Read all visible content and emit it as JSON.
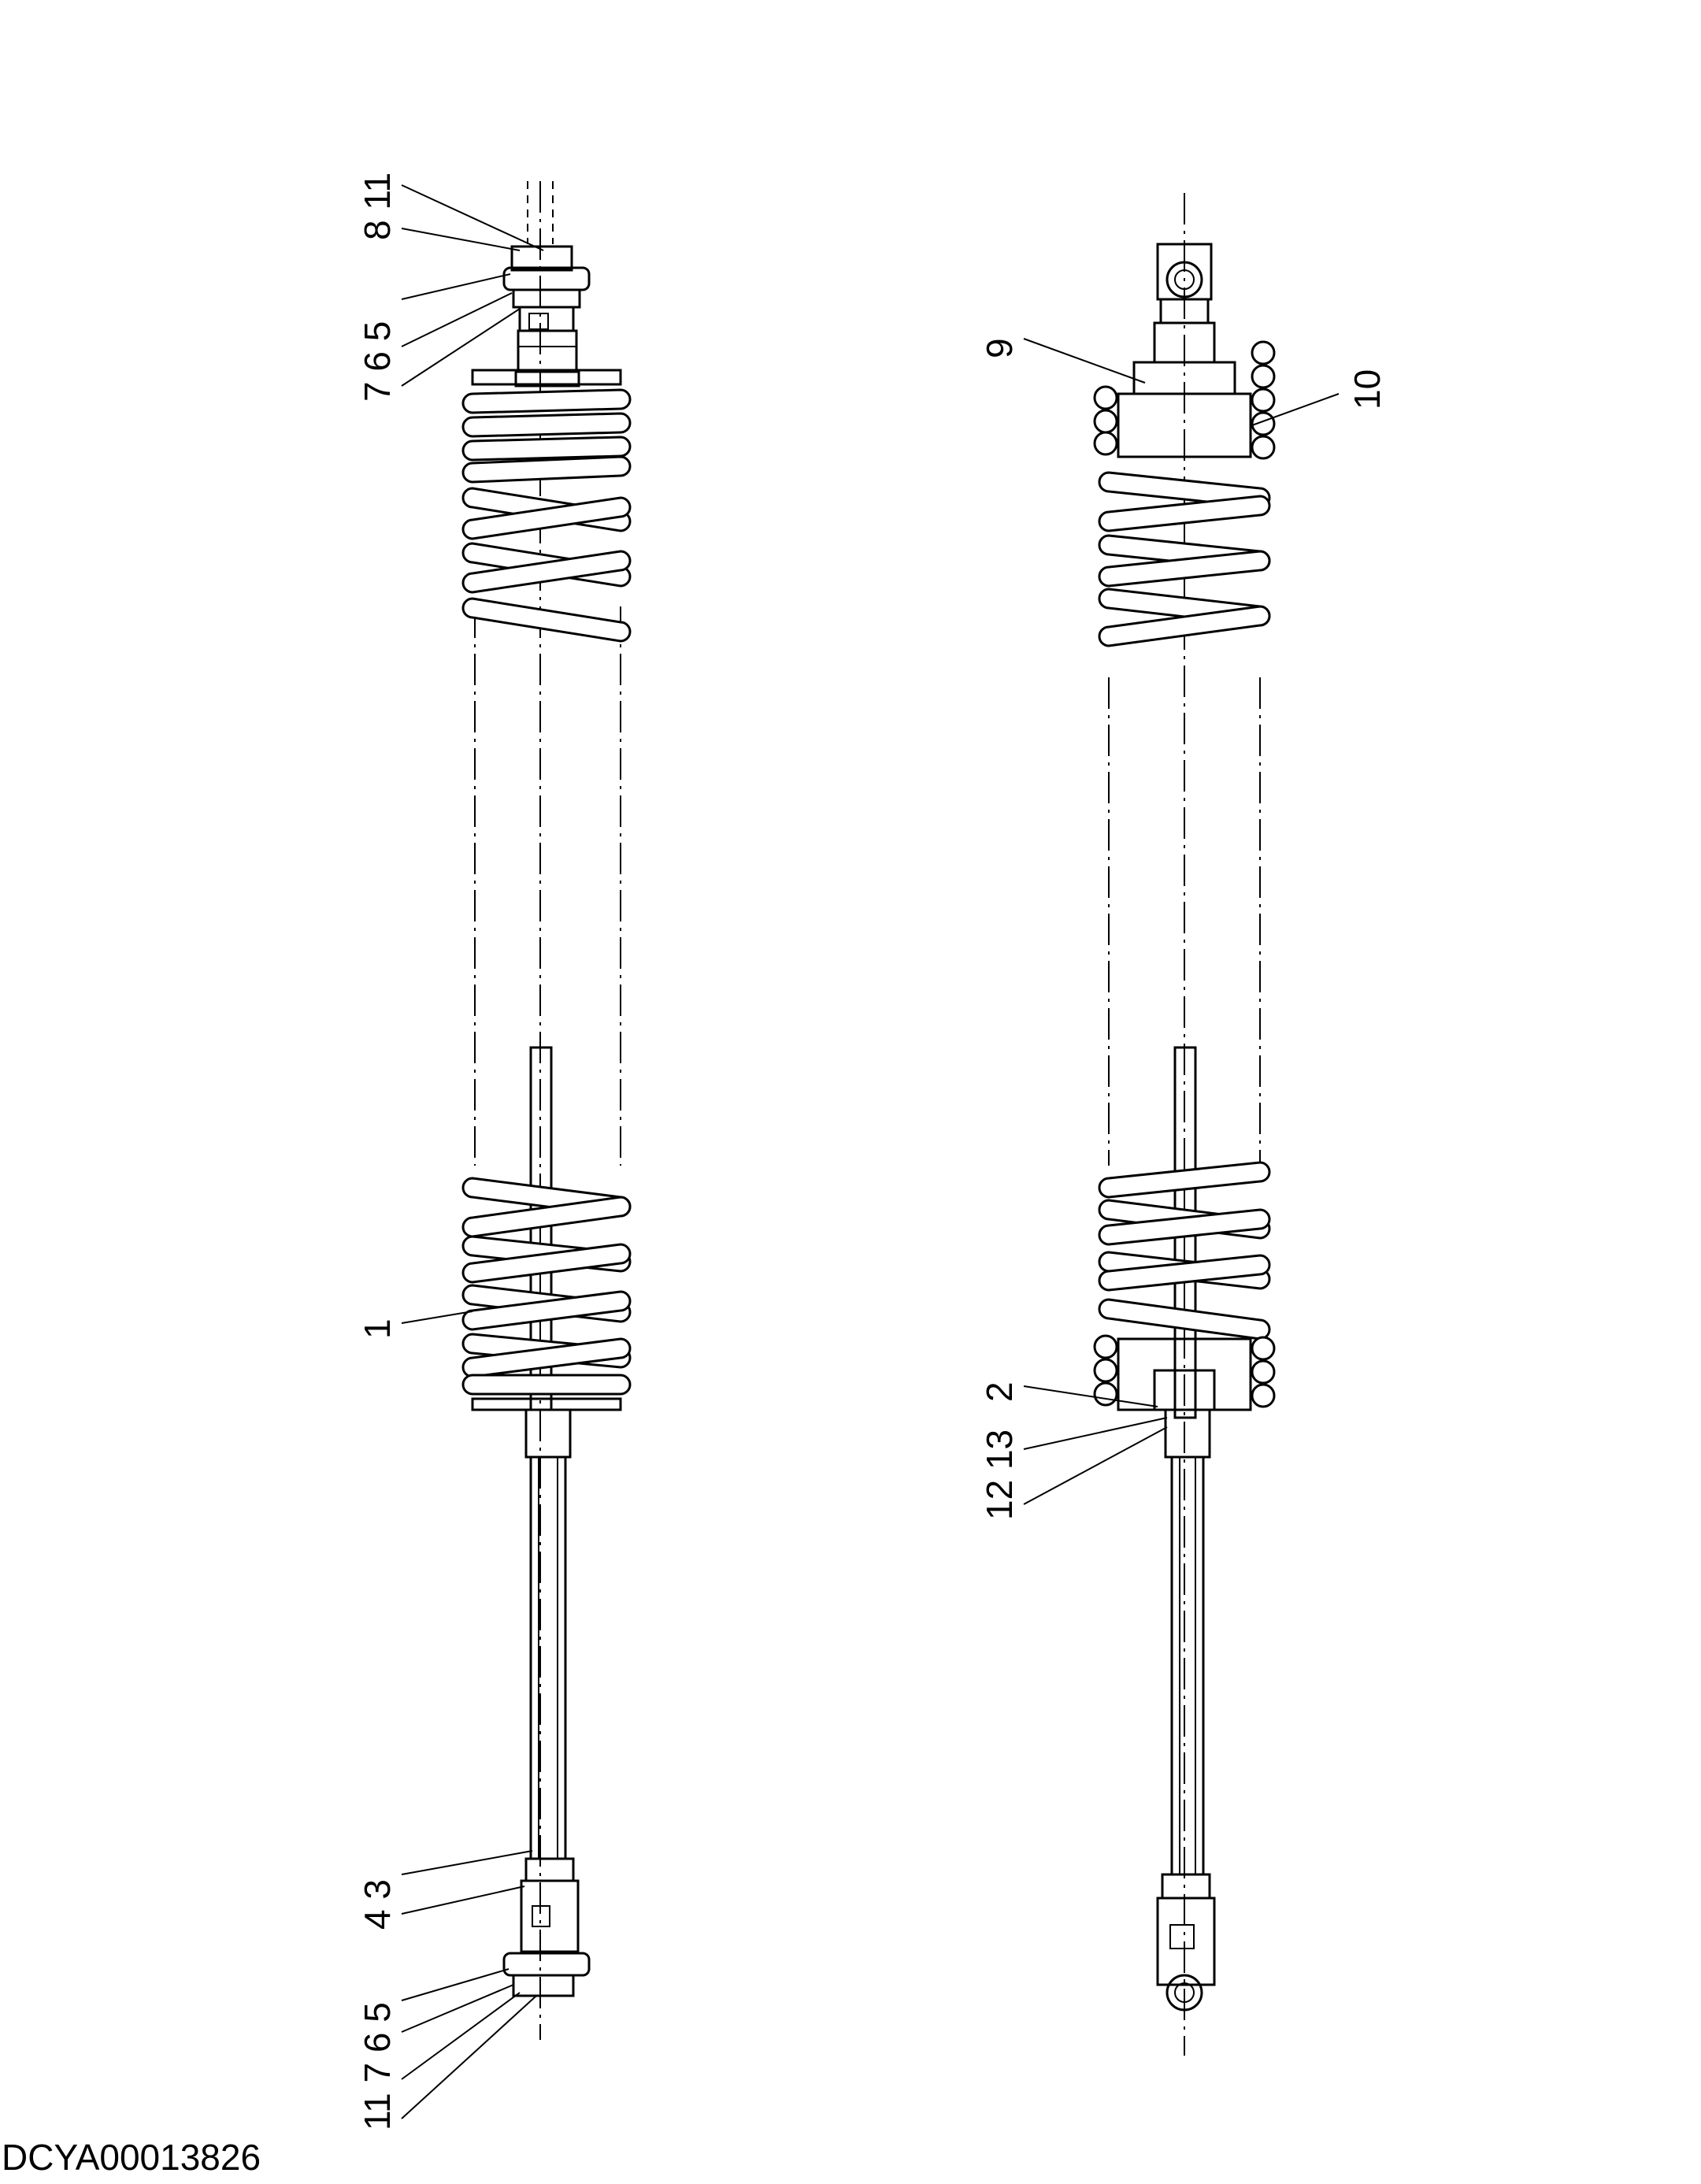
{
  "drawing_code": "DCYA00013826",
  "left_view": {
    "callouts": [
      {
        "label": "8 11"
      },
      {
        "label": "7 6 5"
      },
      {
        "label": "1"
      },
      {
        "label": "4 3"
      },
      {
        "label": "11 7 6 5"
      }
    ]
  },
  "right_view": {
    "callouts": [
      {
        "label": "9"
      },
      {
        "label": "10"
      },
      {
        "label": "2"
      },
      {
        "label": "12 13"
      }
    ]
  }
}
